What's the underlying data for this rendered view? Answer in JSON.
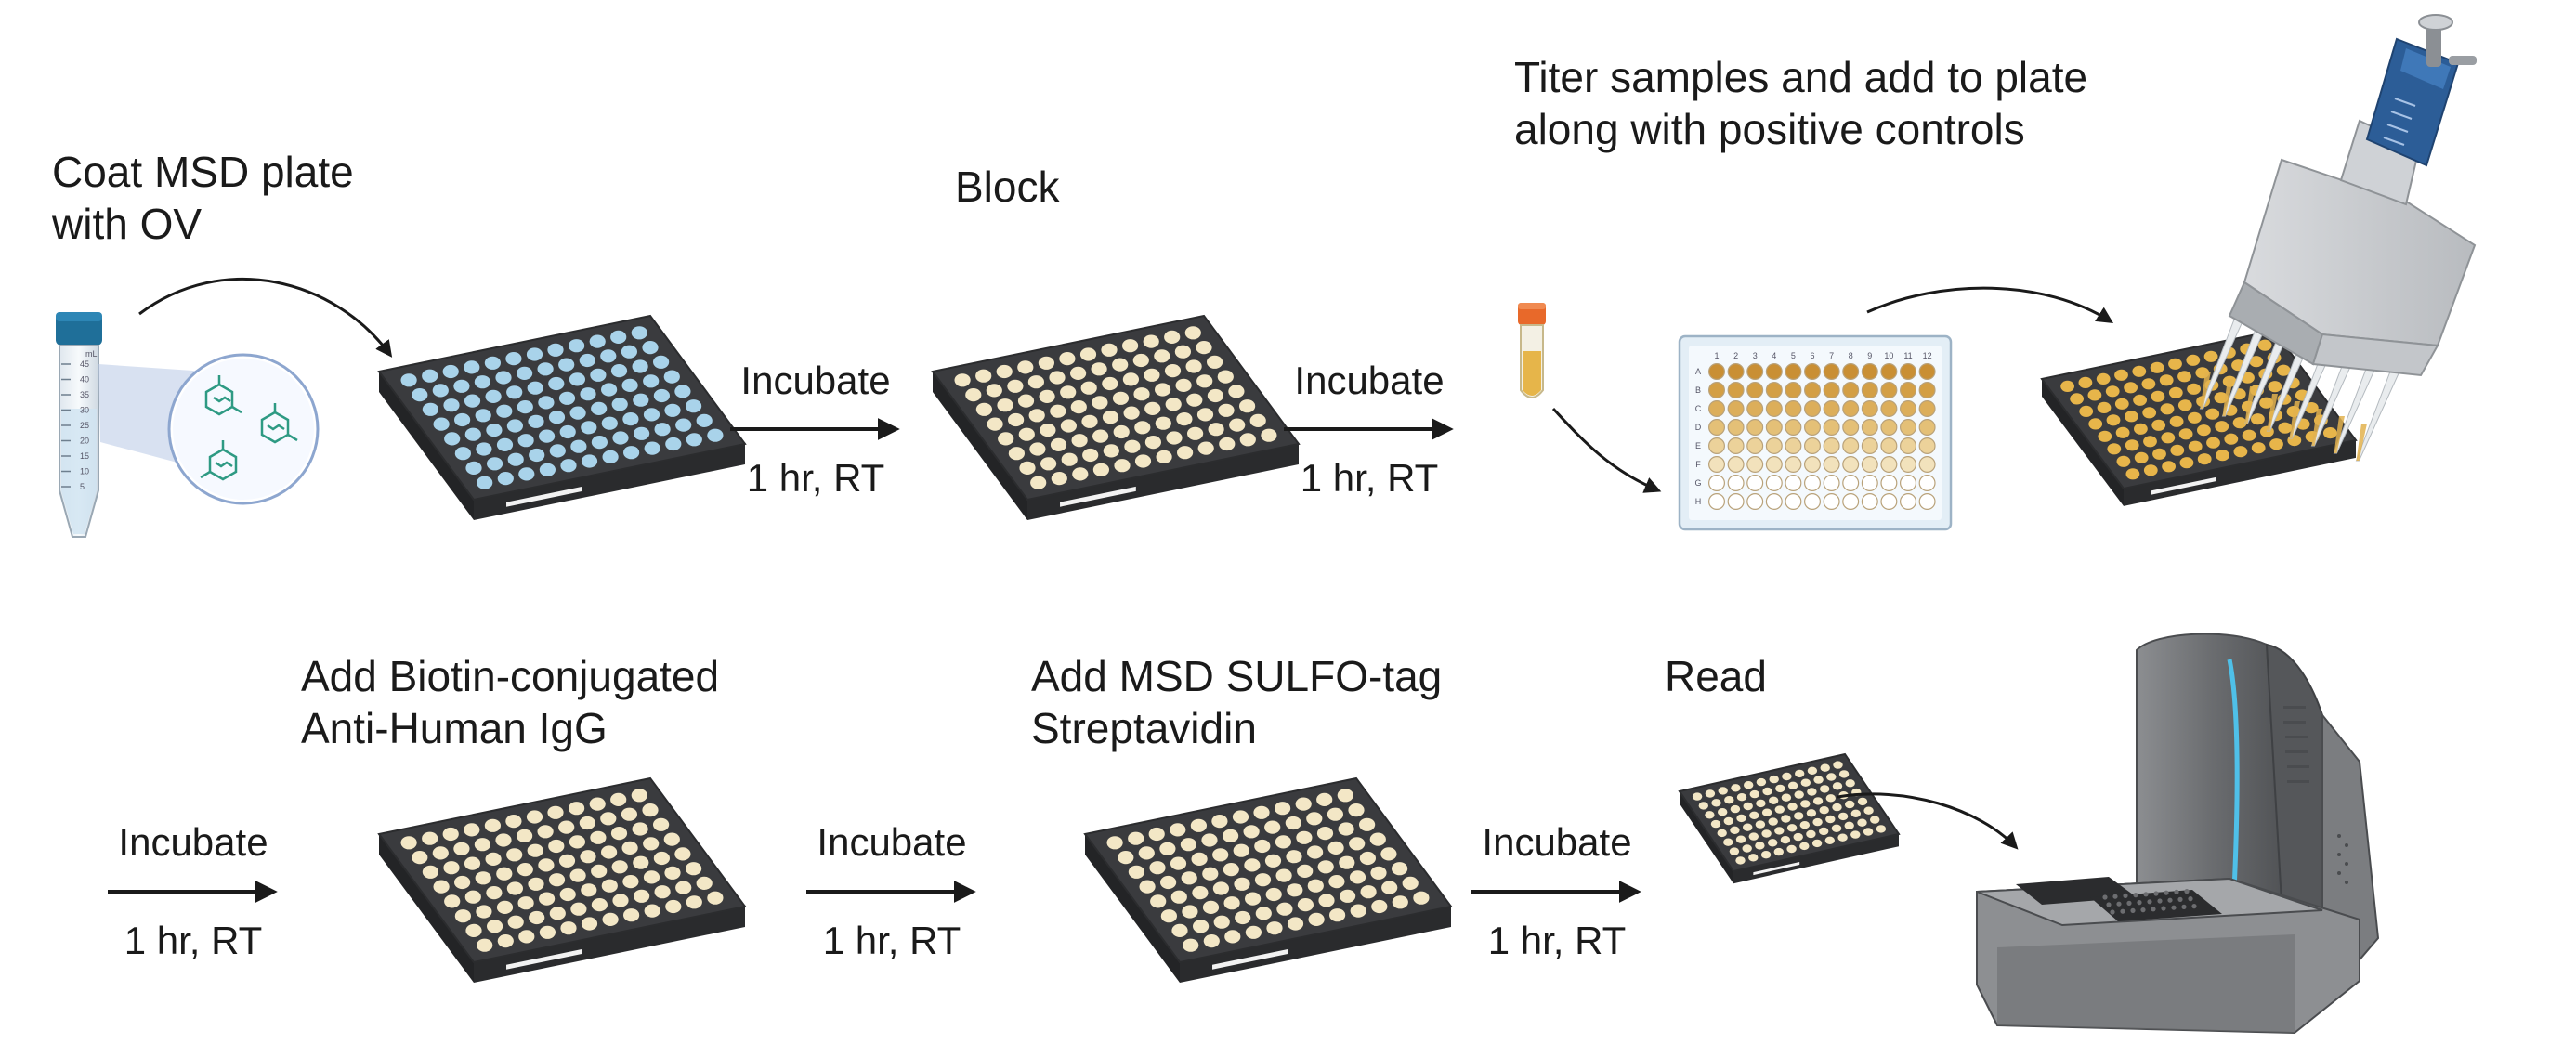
{
  "steps": {
    "coat": {
      "line1": "Coat MSD plate",
      "line2": "with OV"
    },
    "block": {
      "line1": "Block"
    },
    "titer": {
      "line1": "Titer samples and add to plate",
      "line2": "along with positive controls"
    },
    "biotin": {
      "line1": "Add Biotin-conjugated",
      "line2": "Anti-Human IgG"
    },
    "sulfo": {
      "line1": "Add MSD SULFO-tag",
      "line2": "Streptavidin"
    },
    "read": {
      "line1": "Read"
    }
  },
  "incubations": [
    {
      "top": "Incubate",
      "bottom": "1 hr, RT"
    },
    {
      "top": "Incubate",
      "bottom": "1 hr, RT"
    },
    {
      "top": "Incubate",
      "bottom": "1 hr, RT"
    },
    {
      "top": "Incubate",
      "bottom": "1 hr, RT"
    },
    {
      "top": "Incubate",
      "bottom": "1 hr, RT"
    }
  ],
  "tube": {
    "unit": "mL",
    "ticks": [
      "45",
      "40",
      "35",
      "30",
      "25",
      "20",
      "15",
      "10",
      "5"
    ]
  },
  "dilution_plate": {
    "columns": [
      "1",
      "2",
      "3",
      "4",
      "5",
      "6",
      "7",
      "8",
      "9",
      "10",
      "11",
      "12"
    ],
    "rows": [
      "A",
      "B",
      "C",
      "D",
      "E",
      "F",
      "G",
      "H"
    ]
  },
  "colors": {
    "plate_body": "#3a3b3e",
    "well_coated": "#a9d3ea",
    "well_blocked": "#f3e7c6",
    "well_sample": "#e7b54a",
    "tube_cap": "#1f6f99",
    "pipette": "#2c5d97",
    "reader": "#6f7174"
  }
}
